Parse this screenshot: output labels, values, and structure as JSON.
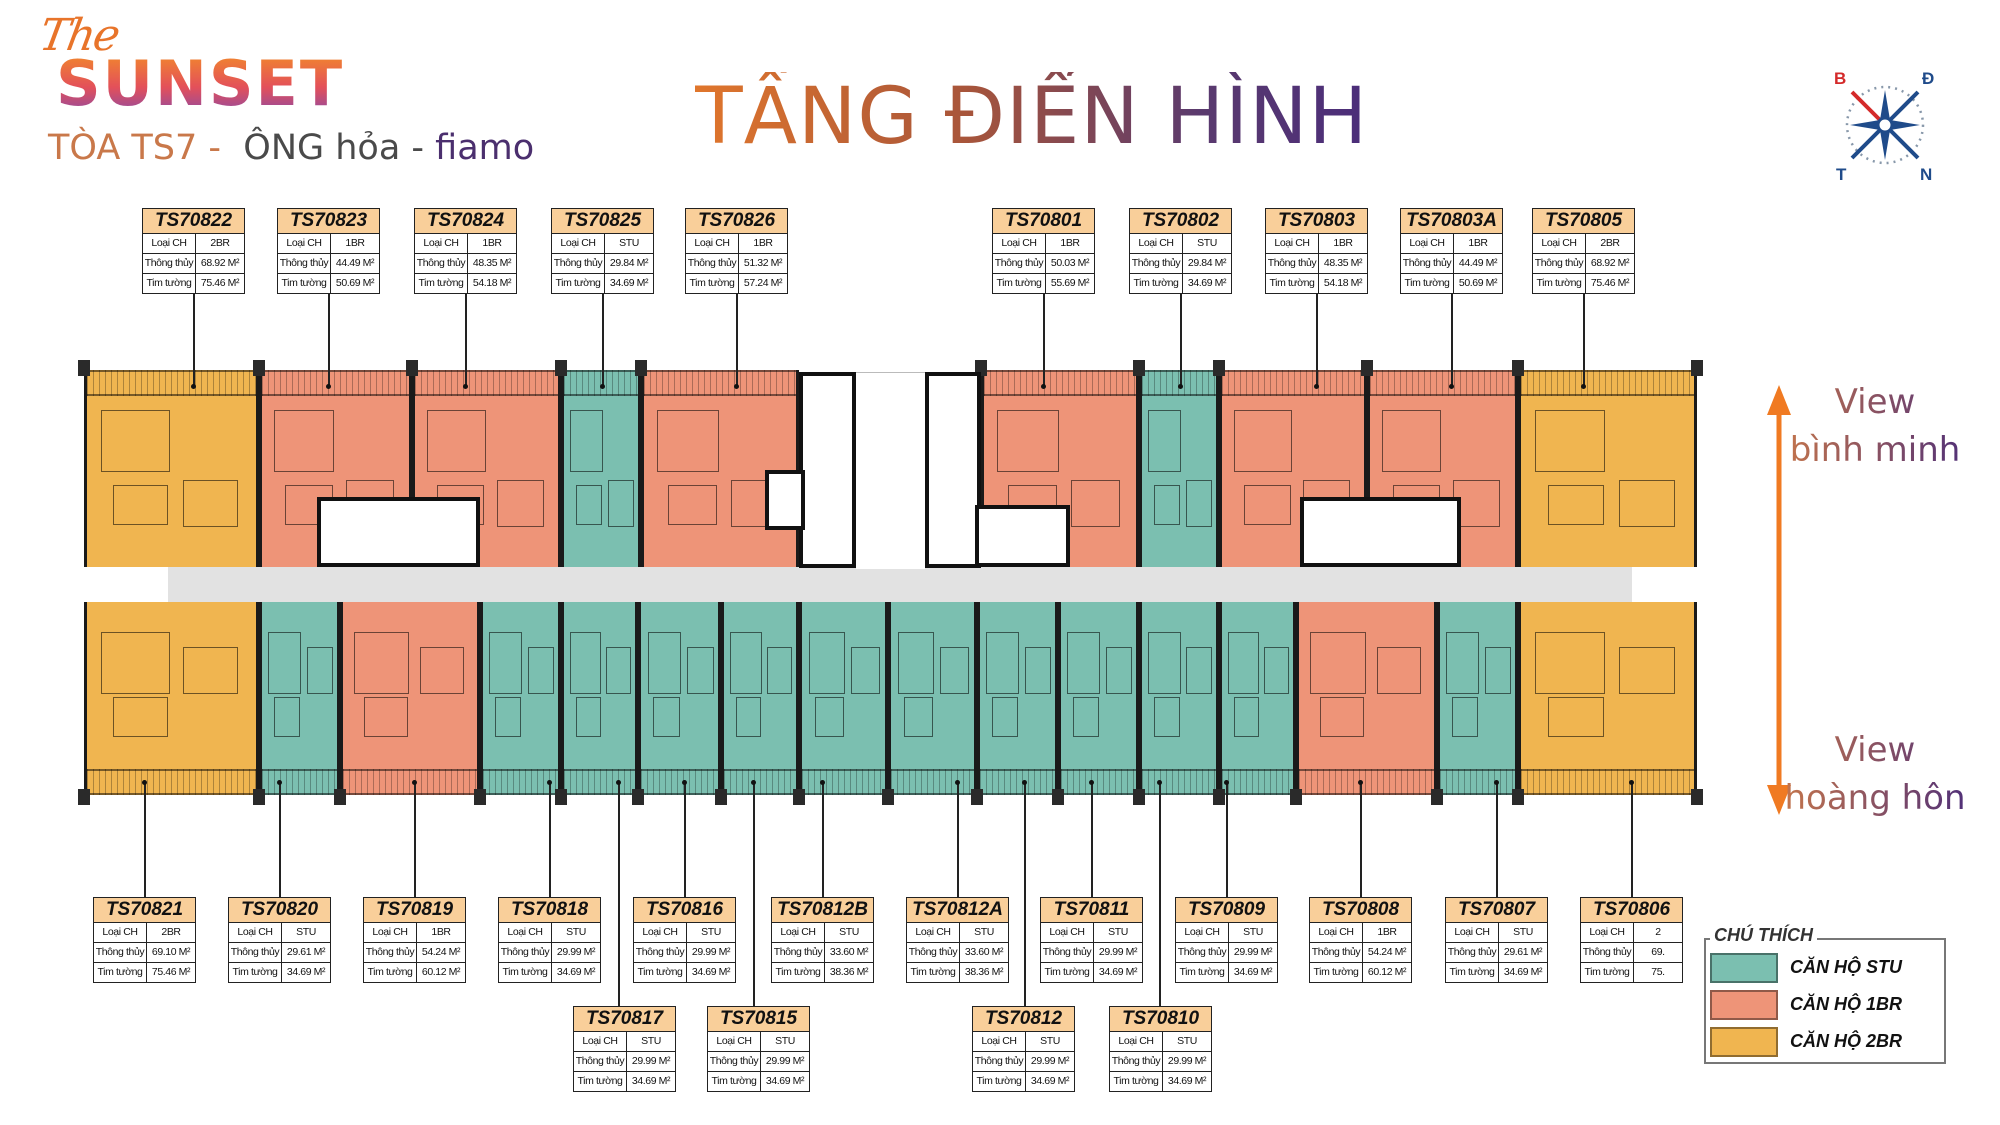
{
  "logo": {
    "the": "The",
    "brand": "SUNSET"
  },
  "subtitle": {
    "part1": "TÒA TS7 - ",
    "part2": " ÔNG hỏa - ",
    "part3": "fiamo"
  },
  "title": "TẦNG ĐIỂN HÌNH",
  "compass": {
    "nw": "B",
    "ne": "Đ",
    "sw": "T",
    "se": "N"
  },
  "views": {
    "top_line1": "View",
    "top_line2": "bình minh",
    "bottom_line1": "View",
    "bottom_line2": "hoàng hôn"
  },
  "field_labels": {
    "type": "Loại CH",
    "net": "Thông thủy",
    "gross": "Tim tường"
  },
  "colors": {
    "STU": "#7bbfb0",
    "1BR": "#ee9478",
    "2BR": "#f0b550",
    "label_header": "#f9cf9a"
  },
  "top_units": [
    {
      "id": "TS70822",
      "type": "2BR",
      "net": "68.92 M²",
      "gross": "75.46 M²"
    },
    {
      "id": "TS70823",
      "type": "1BR",
      "net": "44.49 M²",
      "gross": "50.69 M²"
    },
    {
      "id": "TS70824",
      "type": "1BR",
      "net": "48.35 M²",
      "gross": "54.18 M²"
    },
    {
      "id": "TS70825",
      "type": "STU",
      "net": "29.84 M²",
      "gross": "34.69 M²"
    },
    {
      "id": "TS70826",
      "type": "1BR",
      "net": "51.32 M²",
      "gross": "57.24 M²"
    },
    {
      "id": "TS70801",
      "type": "1BR",
      "net": "50.03 M²",
      "gross": "55.69 M²"
    },
    {
      "id": "TS70802",
      "type": "STU",
      "net": "29.84 M²",
      "gross": "34.69 M²"
    },
    {
      "id": "TS70803",
      "type": "1BR",
      "net": "48.35 M²",
      "gross": "54.18 M²"
    },
    {
      "id": "TS70803A",
      "type": "1BR",
      "net": "44.49 M²",
      "gross": "50.69 M²"
    },
    {
      "id": "TS70805",
      "type": "2BR",
      "net": "68.92 M²",
      "gross": "75.46 M²"
    }
  ],
  "bottom_units": [
    {
      "id": "TS70821",
      "type": "2BR",
      "net": "69.10 M²",
      "gross": "75.46 M²"
    },
    {
      "id": "TS70820",
      "type": "STU",
      "net": "29.61 M²",
      "gross": "34.69 M²"
    },
    {
      "id": "TS70819",
      "type": "1BR",
      "net": "54.24 M²",
      "gross": "60.12 M²"
    },
    {
      "id": "TS70818",
      "type": "STU",
      "net": "29.99 M²",
      "gross": "34.69 M²"
    },
    {
      "id": "TS70817",
      "type": "STU",
      "net": "29.99 M²",
      "gross": "34.69 M²"
    },
    {
      "id": "TS70816",
      "type": "STU",
      "net": "29.99 M²",
      "gross": "34.69 M²"
    },
    {
      "id": "TS70815",
      "type": "STU",
      "net": "29.99 M²",
      "gross": "34.69 M²"
    },
    {
      "id": "TS70812B",
      "type": "STU",
      "net": "33.60 M²",
      "gross": "38.36 M²"
    },
    {
      "id": "TS70812A",
      "type": "STU",
      "net": "33.60 M²",
      "gross": "38.36 M²"
    },
    {
      "id": "TS70812",
      "type": "STU",
      "net": "29.99 M²",
      "gross": "34.69 M²"
    },
    {
      "id": "TS70811",
      "type": "STU",
      "net": "29.99 M²",
      "gross": "34.69 M²"
    },
    {
      "id": "TS70810",
      "type": "STU",
      "net": "29.99 M²",
      "gross": "34.69 M²"
    },
    {
      "id": "TS70809",
      "type": "STU",
      "net": "29.99 M²",
      "gross": "34.69 M²"
    },
    {
      "id": "TS70808",
      "type": "1BR",
      "net": "54.24 M²",
      "gross": "60.12 M²"
    },
    {
      "id": "TS70807",
      "type": "STU",
      "net": "29.61 M²",
      "gross": "34.69 M²"
    },
    {
      "id": "TS70806",
      "type": "2",
      "net": "69.",
      "gross": "75."
    }
  ],
  "legend": {
    "title": "CHÚ THÍCH",
    "items": [
      {
        "label": "CĂN HỘ STU"
      },
      {
        "label": "CĂN HỘ 1BR"
      },
      {
        "label": "CĂN HỘ 2BR"
      }
    ]
  }
}
